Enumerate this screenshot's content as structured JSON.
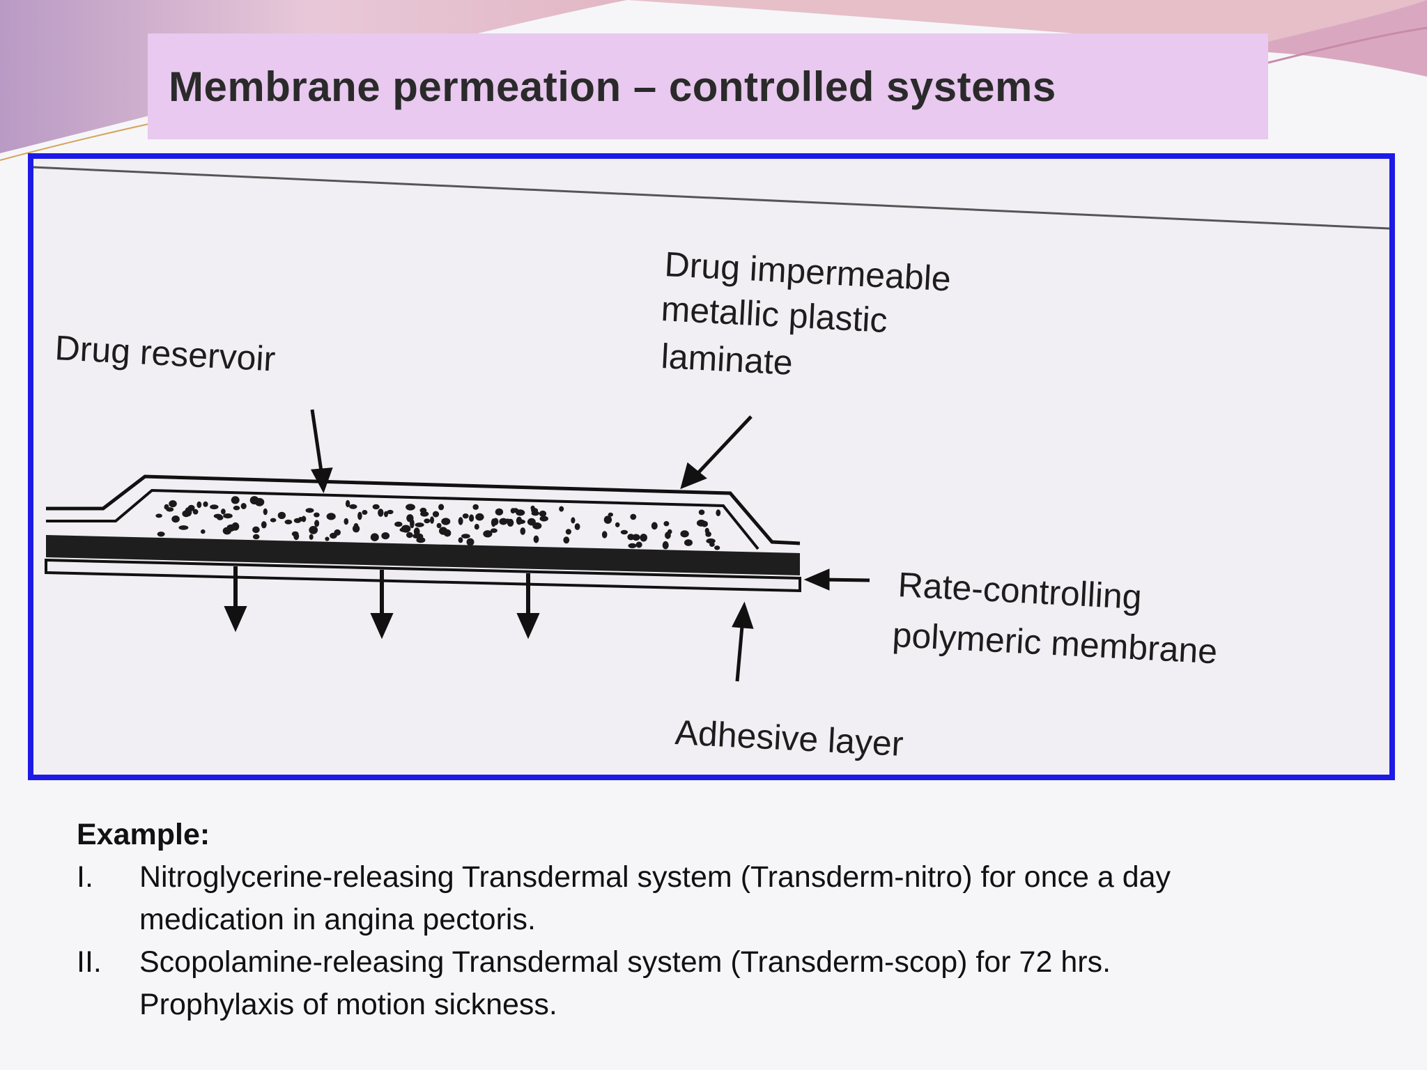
{
  "slide": {
    "title": "Membrane permeation – controlled systems",
    "colors": {
      "title_band": "#e9c9ef",
      "frame": "#1e1ae6",
      "swoosh": "#c9a7c9"
    }
  },
  "diagram": {
    "labels": {
      "reservoir": "Drug reservoir",
      "laminate_1": "Drug impermeable",
      "laminate_2": "metallic plastic",
      "laminate_3": "laminate",
      "membrane_1": "Rate-controlling",
      "membrane_2": "polymeric membrane",
      "adhesive": "Adhesive layer"
    }
  },
  "examples": {
    "heading": "Example:",
    "items": [
      {
        "numeral": "I.",
        "line1": "Nitroglycerine-releasing Transdermal system (Transderm-nitro) for  once a day",
        "line2": "medication in angina pectoris."
      },
      {
        "numeral": "II.",
        "line1": "Scopolamine-releasing  Transdermal system (Transderm-scop) for 72 hrs.",
        "line2": "Prophylaxis of motion sickness."
      }
    ]
  }
}
